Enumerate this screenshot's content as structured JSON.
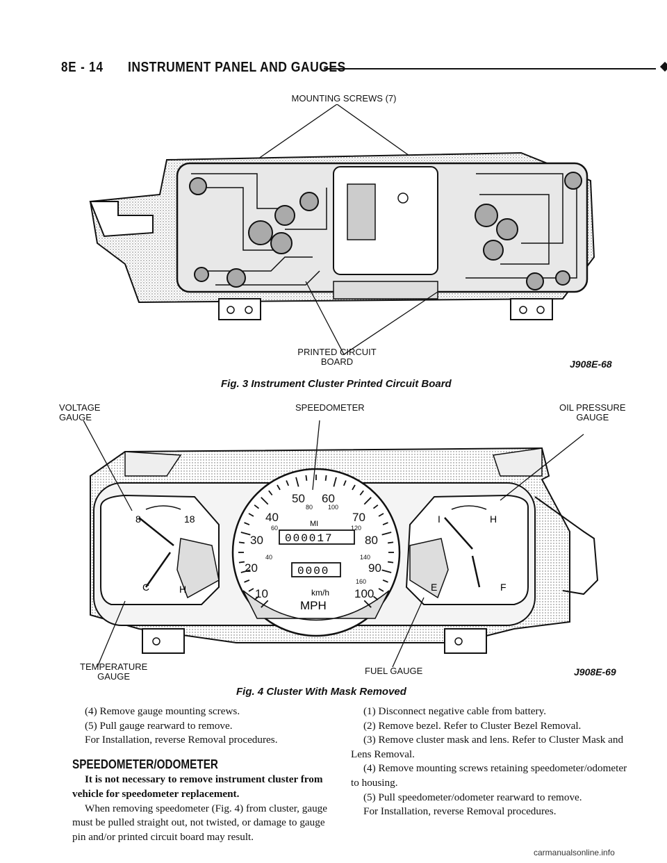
{
  "header": {
    "section": "8E - 14",
    "title": "INSTRUMENT PANEL AND GAUGES"
  },
  "figure3": {
    "label_top": "MOUNTING SCREWS (7)",
    "label_bottom_line1": "PRINTED CIRCUIT",
    "label_bottom_line2": "BOARD",
    "code": "J908E-68",
    "caption": "Fig. 3 Instrument Cluster Printed Circuit Board"
  },
  "figure4": {
    "label_voltage_1": "VOLTAGE",
    "label_voltage_2": "GAUGE",
    "label_speedometer": "SPEEDOMETER",
    "label_oil_1": "OIL PRESSURE",
    "label_oil_2": "GAUGE",
    "label_temp_1": "TEMPERATURE",
    "label_temp_2": "GAUGE",
    "label_fuel": "FUEL GAUGE",
    "code": "J908E-69",
    "caption": "Fig. 4 Cluster With Mask Removed",
    "dial": {
      "mph_ticks": [
        "10",
        "20",
        "30",
        "40",
        "50",
        "60",
        "70",
        "80",
        "90",
        "100"
      ],
      "kmh_ticks": [
        "40",
        "60",
        "80",
        "100",
        "120",
        "140",
        "160"
      ],
      "odometer": "000017",
      "trip": "0000",
      "mi": "MI",
      "kmh": "km/h",
      "mph": "MPH"
    }
  },
  "left_column": {
    "steps": [
      "(4) Remove gauge mounting screws.",
      "(5) Pull gauge rearward to remove.",
      "For Installation, reverse Removal procedures."
    ],
    "heading": "SPEEDOMETER/ODOMETER",
    "bold_para": "It is not necessary to remove instrument cluster from vehicle for speedometer replacement.",
    "para": "When removing speedometer (Fig. 4) from cluster, gauge must be pulled straight out, not twisted, or damage to gauge pin and/or printed circuit board may result."
  },
  "right_column": {
    "steps": [
      "(1) Disconnect negative cable from battery.",
      "(2) Remove bezel. Refer to Cluster Bezel Removal.",
      "(3) Remove cluster mask and lens. Refer to Cluster Mask and Lens Removal.",
      "(4) Remove mounting screws retaining speedometer/odometer to housing.",
      "(5) Pull speedometer/odometer rearward to remove.",
      "For Installation, reverse Removal procedures."
    ]
  },
  "watermark": "carmanualsonline.info"
}
